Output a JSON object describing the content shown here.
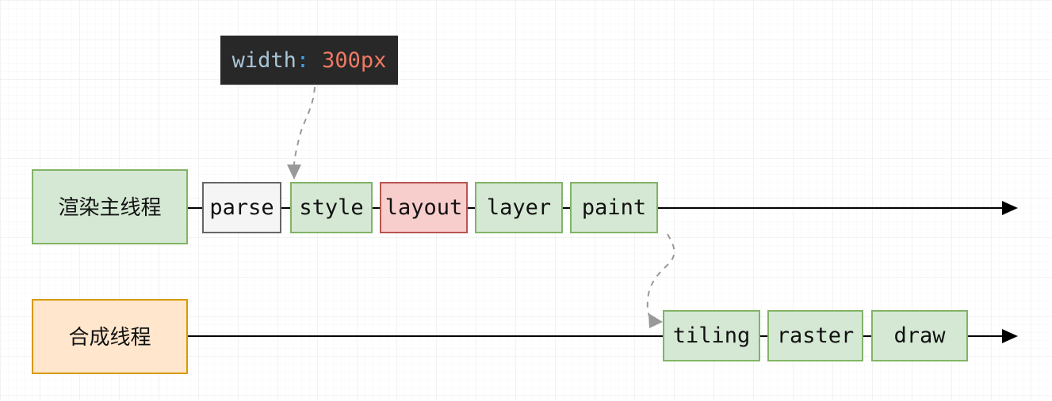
{
  "diagram": {
    "title_hint": "browser rendering pipeline: main thread and compositor thread",
    "tooltip": {
      "property": "width",
      "colon": ":",
      "value": "300px",
      "background": "#282828",
      "property_color": "#a9c4d6",
      "colon_color": "#3fa0e0",
      "value_color": "#ed7a63",
      "points_to": "style"
    },
    "colors": {
      "green_fill": "#d5e8d4",
      "green_stroke": "#82b366",
      "gray_fill": "#f5f5f5",
      "gray_stroke": "#666666",
      "red_fill": "#f8cecc",
      "red_stroke": "#b85450",
      "orange_fill": "#ffe6cc",
      "orange_stroke": "#d79b00",
      "flow_line": "#000000",
      "dashed_connector": "#999999"
    },
    "rows": [
      {
        "name": "render-main-thread",
        "label": "渲染主线程",
        "color": "green",
        "stages": [
          {
            "label": "parse",
            "color": "gray"
          },
          {
            "label": "style",
            "color": "green"
          },
          {
            "label": "layout",
            "color": "red"
          },
          {
            "label": "layer",
            "color": "green"
          },
          {
            "label": "paint",
            "color": "green"
          }
        ]
      },
      {
        "name": "compositor-thread",
        "label": "合成线程",
        "color": "orange",
        "stages": [
          {
            "label": "tiling",
            "color": "green"
          },
          {
            "label": "raster",
            "color": "green"
          },
          {
            "label": "draw",
            "color": "green"
          }
        ]
      }
    ],
    "connectors": [
      {
        "from": "tooltip",
        "to": "style",
        "style": "dashed-gray-arrow"
      },
      {
        "from": "paint",
        "to": "tiling",
        "style": "dashed-gray-arrow"
      },
      {
        "from": "render-main-thread",
        "to": "right-edge",
        "style": "solid-black-arrow"
      },
      {
        "from": "compositor-thread",
        "to": "right-edge",
        "style": "solid-black-arrow"
      }
    ]
  }
}
